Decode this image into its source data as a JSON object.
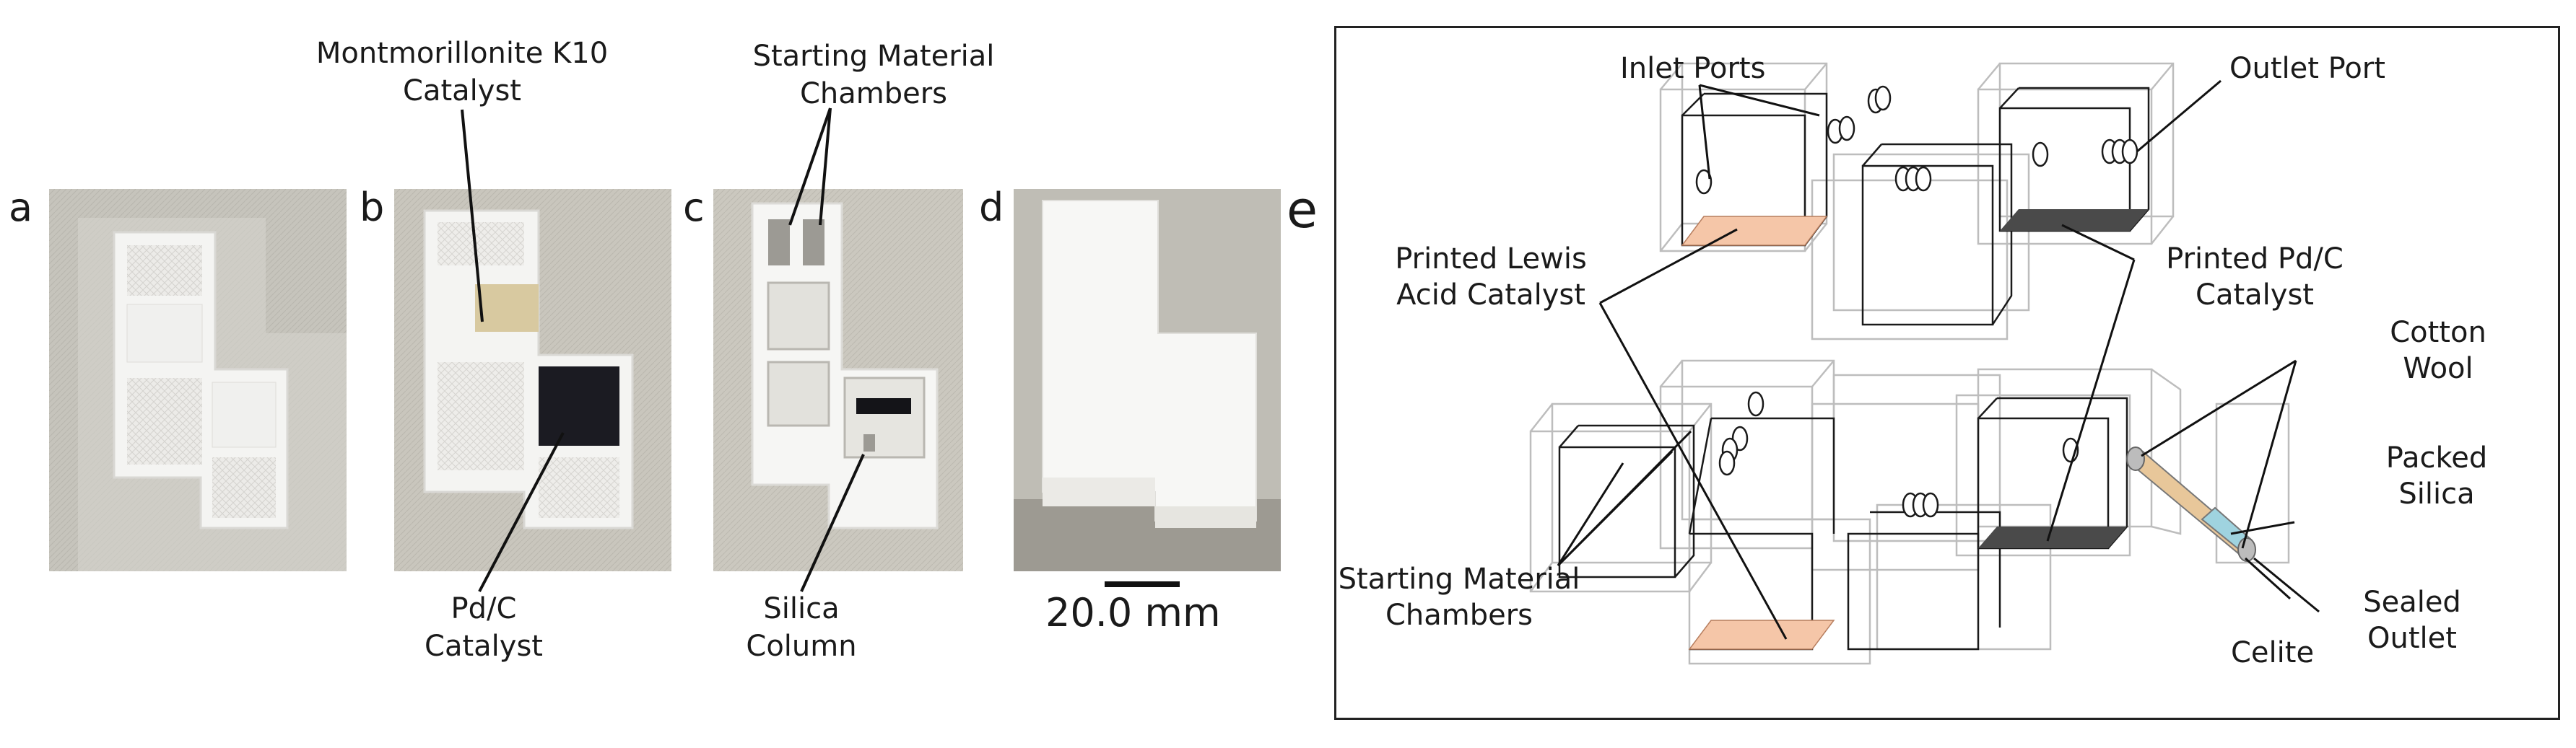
{
  "panels": {
    "a": {
      "letter": "a"
    },
    "b": {
      "letter": "b",
      "label_top": [
        "Montmorillonite K10",
        "Catalyst"
      ],
      "label_bottom": [
        "Pd/C",
        "Catalyst"
      ]
    },
    "c": {
      "letter": "c",
      "label_top": [
        "Starting Material",
        "Chambers"
      ],
      "label_bottom": [
        "Silica",
        "Column"
      ]
    },
    "d": {
      "letter": "d",
      "scale_bar": "20.0 mm"
    },
    "e": {
      "letter": "e",
      "labels": {
        "inlet_ports": "Inlet Ports",
        "outlet_port": "Outlet Port",
        "printed_lewis": [
          "Printed Lewis",
          "Acid Catalyst"
        ],
        "printed_pdc": [
          "Printed Pd/C",
          "Catalyst"
        ],
        "cotton_wool": [
          "Cotton",
          "Wool"
        ],
        "packed_silica": [
          "Packed",
          "Silica"
        ],
        "starting_chambers": [
          "Starting Material",
          "Chambers"
        ],
        "celite": "Celite",
        "sealed_outlet": [
          "Sealed",
          "Outlet"
        ]
      }
    }
  },
  "colors": {
    "lewis_catalyst": "#f5c6a8",
    "pdc_catalyst": "#4a4a4a",
    "k10_patch": "#d8c9a0",
    "pdc_patch": "#1b1b22",
    "photo_bg": "#c9c7c0",
    "print_white": "#f2f2f0"
  }
}
